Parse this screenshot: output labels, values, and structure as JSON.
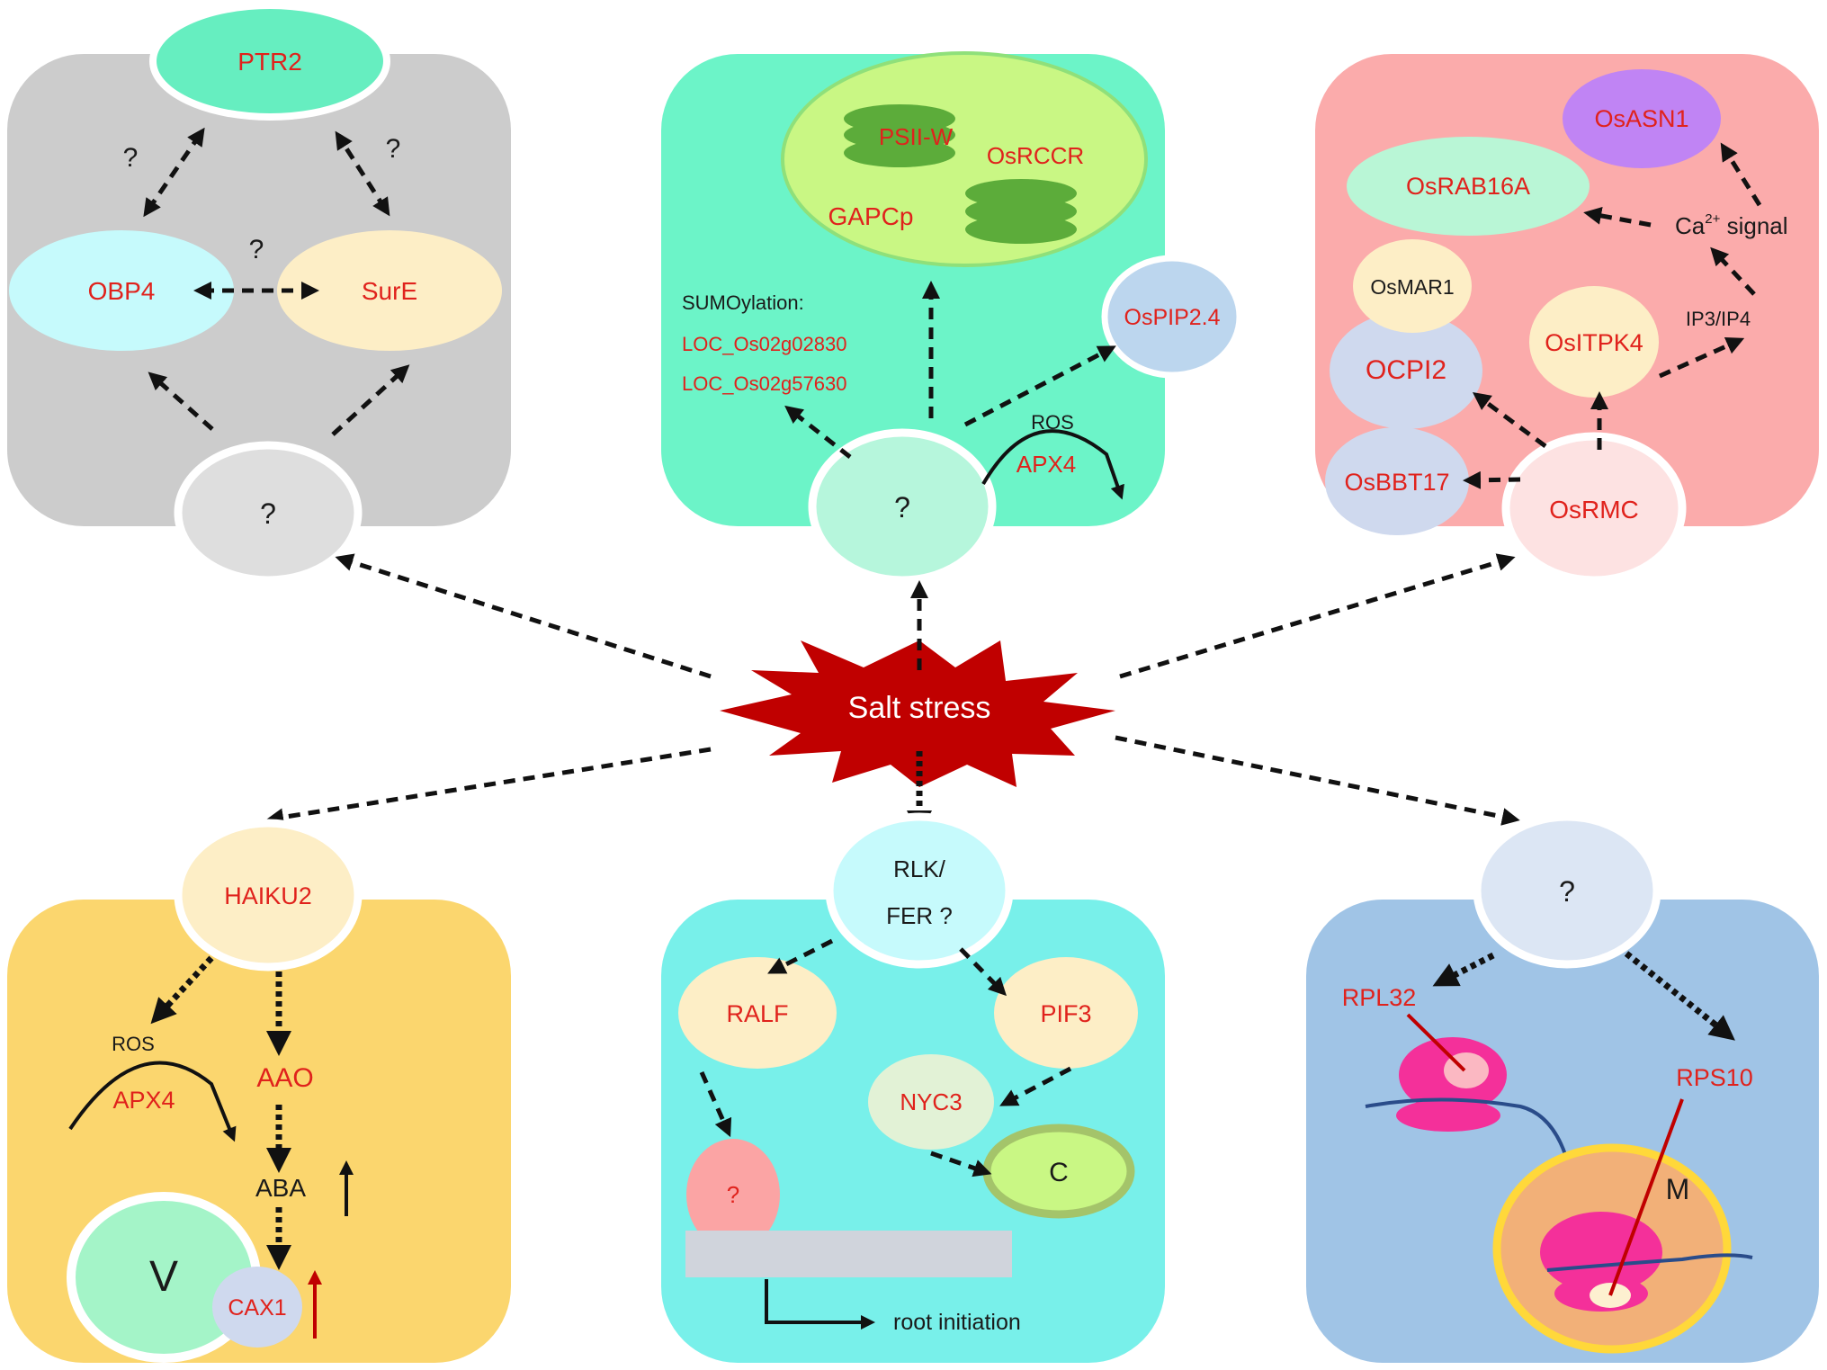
{
  "center": {
    "label": "Salt stress"
  },
  "panels": {
    "top_left": {
      "top_node": "PTR2",
      "left_node": "OBP4",
      "right_node": "SurE",
      "hub": "?",
      "q_left": "?",
      "q_right": "?",
      "q_mid": "?"
    },
    "top_center": {
      "chloroplast": {
        "psii": "PSII-W",
        "rccr": "OsRCCR",
        "gapcp": "GAPCp"
      },
      "sumo_title": "SUMOylation:",
      "sumo_genes": [
        "LOC_Os02g02830",
        "LOC_Os02g57630"
      ],
      "pip": "OsPIP2.4",
      "ros": "ROS",
      "apx": "APX4",
      "hub": "?"
    },
    "top_right": {
      "asn": "OsASN1",
      "rab": "OsRAB16A",
      "ca_signal": "Ca",
      "ca_sup": "2+",
      "ca_tail": " signal",
      "mar": "OsMAR1",
      "ocpi": "OCPI2",
      "itpk": "OsITPK4",
      "ip": "IP3/IP4",
      "bbt": "OsBBT17",
      "hub": "OsRMC"
    },
    "bottom_left": {
      "hub": "HAIKU2",
      "ros": "ROS",
      "apx": "APX4",
      "aao": "AAO",
      "aba": "ABA",
      "vacuole": "V",
      "cax": "CAX1"
    },
    "bottom_center": {
      "hub_line1": "RLK/",
      "hub_line2": "FER ?",
      "ralf": "RALF",
      "pif": "PIF3",
      "nyc": "NYC3",
      "chloro": "C",
      "unknown": "?",
      "root": "root initiation"
    },
    "bottom_right": {
      "hub": "?",
      "rpl": "RPL32",
      "rps": "RPS10",
      "mito": "M"
    }
  },
  "colors": {
    "gray_panel": "#cccccc",
    "teal_panel": "#6cf4c8",
    "pink_panel": "#fbabab",
    "yellow_panel": "#fbd66e",
    "cyan_panel": "#78f0ea",
    "blue_panel": "#a0c4e6",
    "star": "#c00000",
    "label_red": "#e0221c"
  }
}
